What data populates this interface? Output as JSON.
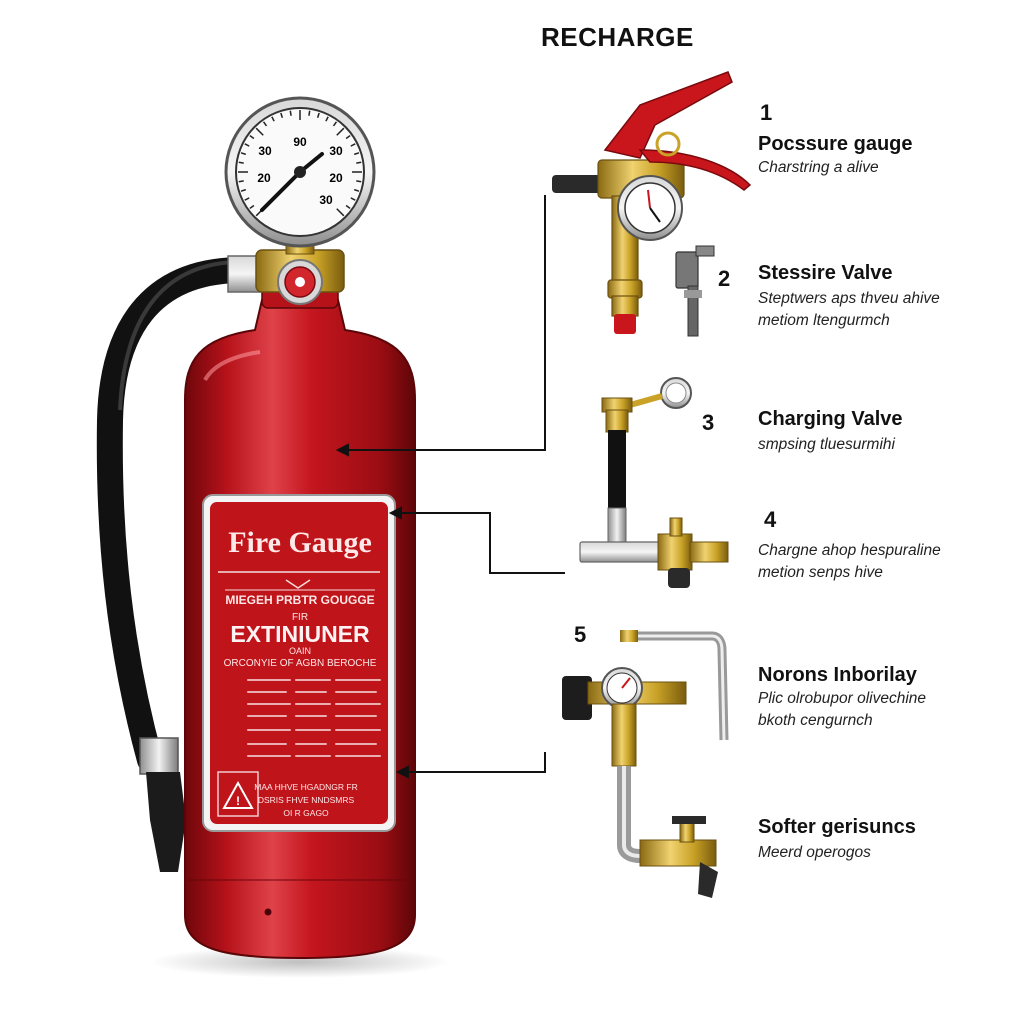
{
  "title": "RECHARGE",
  "extinguisher": {
    "label_title": "Fire Gauge",
    "label_line1": "MIEGEH PRBTR GOUGGE",
    "label_line2": "FIR",
    "label_main": "EXTINIUNER",
    "label_line3": "OAIN",
    "label_line4": "ORCONYIE OF AGBN BEROCHE",
    "warning_text": [
      "MAA HHVE HGADNGR FR",
      "DSRIS FHVE NNDSMRS",
      "OI R GAGO"
    ],
    "gauge_numbers": [
      "30",
      "90",
      "20",
      "20",
      "30",
      "30"
    ]
  },
  "parts": [
    {
      "number": "1",
      "heading": "Pocssure gauge",
      "lines": [
        "Charstring a alive"
      ]
    },
    {
      "number": "2",
      "heading": "Stessire Valve",
      "lines": [
        "Steptwers aps thveu ahive",
        "metiom ltengurmch"
      ]
    },
    {
      "number": "3",
      "heading": "Charging Valve",
      "lines": [
        "smpsing tluesurmihi"
      ]
    },
    {
      "number": "4",
      "heading": "",
      "lines": [
        "Chargne ahop hespuraline",
        "metion senps hive"
      ]
    },
    {
      "number": "5",
      "heading": "Norons Inborilay",
      "lines": [
        "Plic olrobupor olivechine",
        "bkoth cengurnch"
      ]
    },
    {
      "number": "",
      "heading": "Softer gerisuncs",
      "lines": [
        "Meerd operogos"
      ]
    }
  ],
  "colors": {
    "cylinder_red": "#c0141b",
    "cylinder_dark": "#7e0a0e",
    "brass": "#c9a227",
    "hose": "#1a1a1a",
    "handle_red": "#c8161c"
  }
}
